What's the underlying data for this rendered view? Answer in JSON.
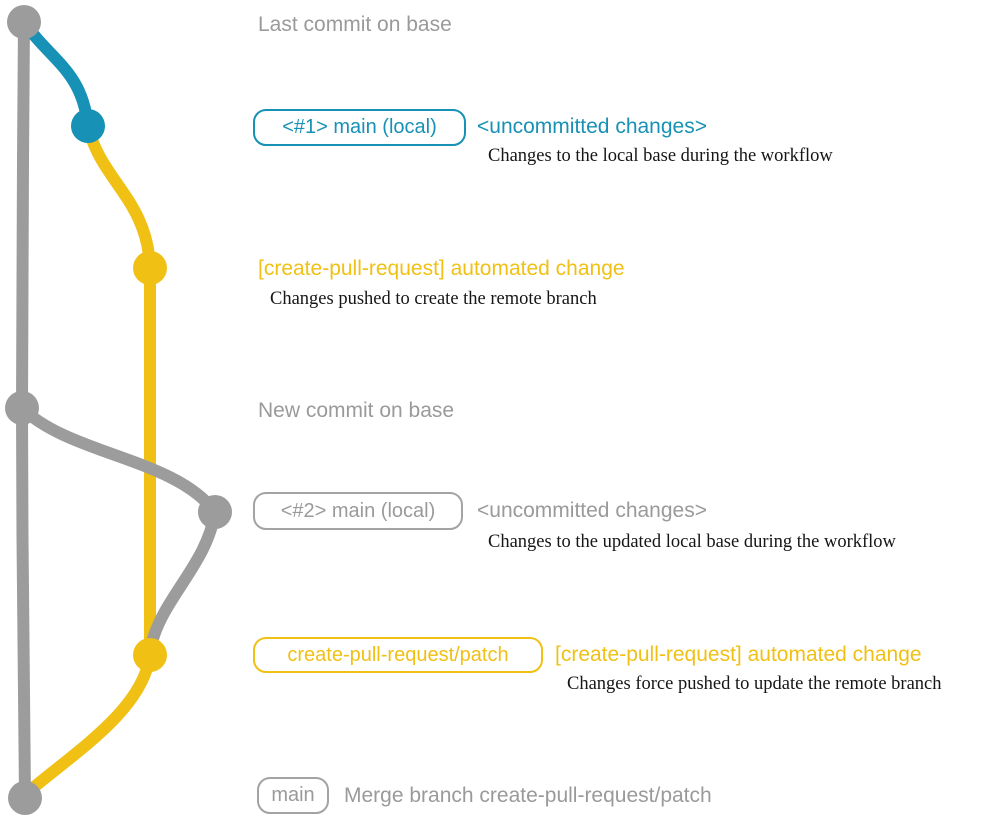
{
  "palette": {
    "gray": "#9c9c9c",
    "blue": "#1791b5",
    "yellow": "#f0c114",
    "desc_text": "#161616"
  },
  "annotations": {
    "last_commit": {
      "text": "Last commit on base"
    },
    "main_local_1": {
      "badge": "<#1> main (local)",
      "title": "<uncommitted changes>",
      "desc": "Changes to the local base during the workflow"
    },
    "automated_change_1": {
      "title": "[create-pull-request] automated change",
      "desc": "Changes pushed to create the remote branch"
    },
    "new_commit": {
      "text": "New commit on base"
    },
    "main_local_2": {
      "badge": "<#2> main (local)",
      "title": "<uncommitted changes>",
      "desc": "Changes to the updated local base during the workflow"
    },
    "patch_branch": {
      "badge": "create-pull-request/patch",
      "title": "[create-pull-request] automated change",
      "desc": "Changes force pushed to update the remote branch"
    },
    "merge": {
      "badge": "main",
      "text": "Merge branch create-pull-request/patch"
    }
  }
}
